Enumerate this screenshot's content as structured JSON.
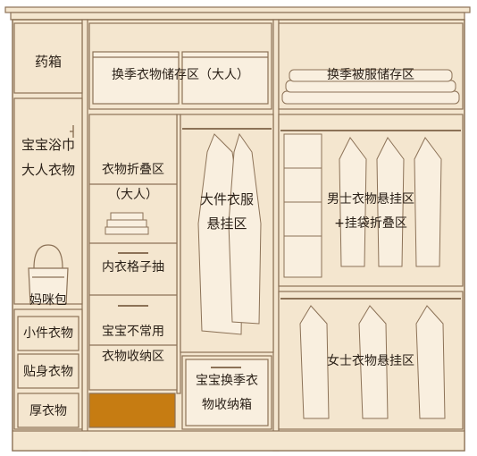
{
  "colors": {
    "panel": "#f4e6cf",
    "panel_light": "#f9efdf",
    "line": "#8c7257",
    "accent": "#c67c12",
    "text": "#2b2118"
  },
  "labels": {
    "medicine_box": "药箱",
    "seasonal_adult_storage": "换季衣物储存区（大人）",
    "seasonal_bedding_storage": "换季被服储存区",
    "baby_towel": "宝宝浴巾",
    "adult_clothes": "大人衣物",
    "folded_clothes": "衣物折叠区",
    "folded_clothes_adult": "（大人）",
    "large_clothes_hanging_1": "大件衣服",
    "large_clothes_hanging_2": "悬挂区",
    "mens_hanging_1": "男士衣物悬挂区",
    "mens_hanging_2": "+挂袋折叠区",
    "mom_bag": "妈咪包",
    "small_items": "小件衣物",
    "underwear_drawer": "内衣格子抽",
    "close_fitting": "贴身衣物",
    "baby_rarely_used_1": "宝宝不常用",
    "baby_rarely_used_2": "衣物收纳区",
    "thick_clothes": "厚衣物",
    "baby_seasonal_1": "宝宝换季衣",
    "baby_seasonal_2": "物收纳箱",
    "womens_hanging": "女士衣物悬挂区"
  }
}
